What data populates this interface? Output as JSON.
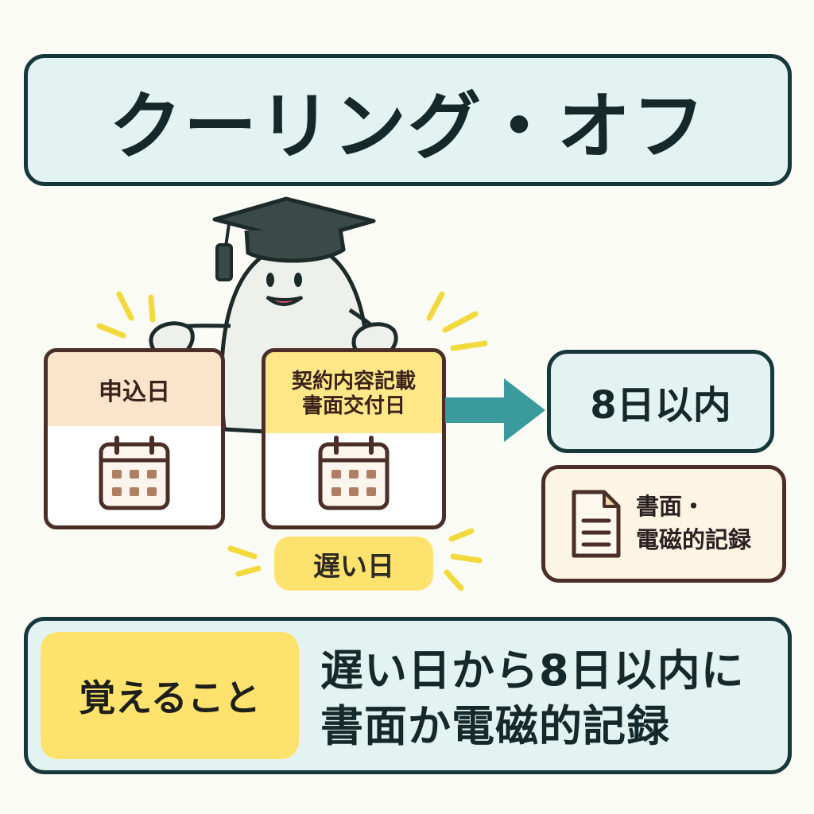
{
  "title": "クーリング・オフ",
  "dates": [
    {
      "label": "申込日",
      "icon": "calendar-icon"
    },
    {
      "label_lines": [
        "契約内容記載",
        "書面交付日"
      ],
      "icon": "calendar-icon"
    }
  ],
  "later_label": "遅い日",
  "deadline": "8日以内",
  "record": {
    "lines": [
      "書面・",
      "電磁的記録"
    ],
    "icon": "document-icon"
  },
  "summary": {
    "label": "覚えること",
    "lines": [
      "遅い日から8日以内に",
      "書面か電磁的記録"
    ]
  },
  "colors": {
    "teal_border": "#17383a",
    "mint_fill": "#e3f3f1",
    "yellow": "#fde36d",
    "peach": "#fbe3cc",
    "arrow": "#3a9a9c",
    "brown_border": "#4a2e27"
  }
}
